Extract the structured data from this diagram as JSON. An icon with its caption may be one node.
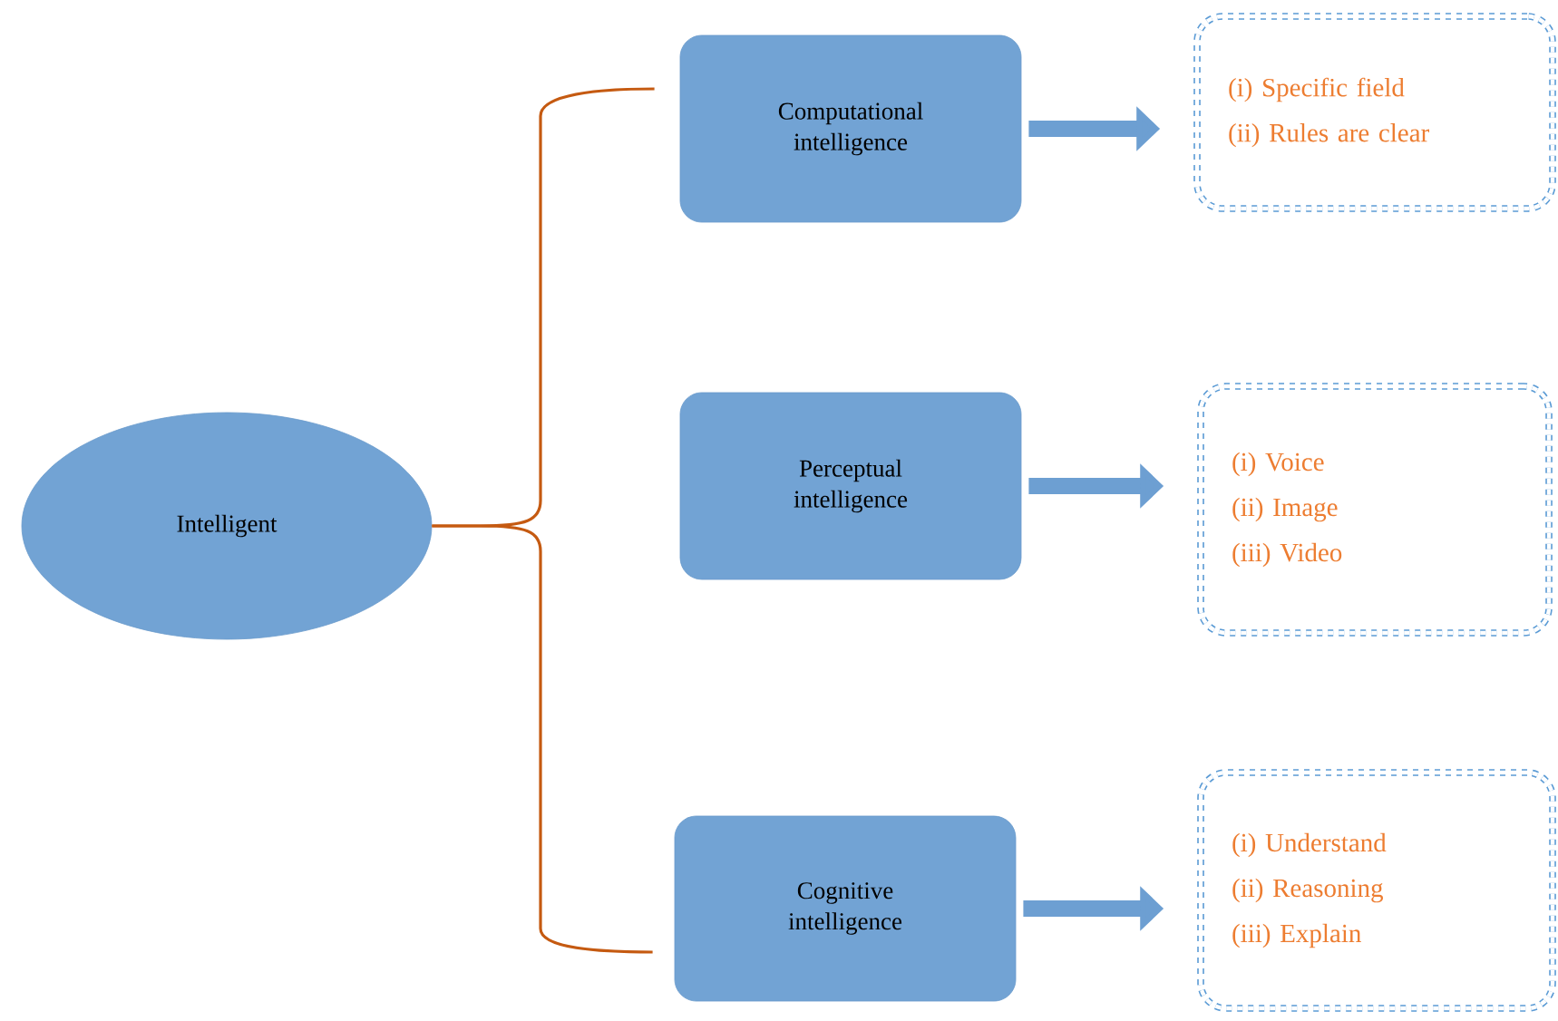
{
  "diagram": {
    "nodes": [
      {
        "text": [
          "Intelligent"
        ]
      },
      {
        "text": [
          "Computational intelligence"
        ]
      },
      {
        "text": [
          "Perceptual intelligence"
        ]
      },
      {
        "text": [
          "Cognitive intelligence"
        ]
      },
      {
        "text": [
          "(i) Specific field",
          "(ii) Rules are clear"
        ]
      },
      {
        "text": [
          "(i) Voice",
          "(ii) Image",
          "(iii) Video"
        ]
      },
      {
        "text": [
          "(i) Understand",
          "(ii) Reasoning",
          "(iii) Explain"
        ]
      }
    ],
    "edges": [
      {
        "from": 0,
        "to": 1,
        "arrow": "none",
        "color": "#c55a11"
      },
      {
        "from": 0,
        "to": 3,
        "arrow": "none",
        "color": "#c55a11"
      },
      {
        "from": 1,
        "to": 4,
        "arrow": "to",
        "color": "#6d9fd2"
      },
      {
        "from": 2,
        "to": 5,
        "arrow": "to",
        "color": "#6d9fd2"
      },
      {
        "from": 3,
        "to": 6,
        "arrow": "to",
        "color": "#6d9fd2"
      }
    ]
  }
}
